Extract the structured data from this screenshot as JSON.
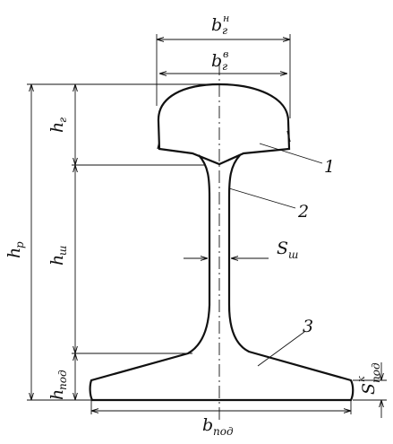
{
  "labels": {
    "b_head_top": {
      "main": "b",
      "sub": "г",
      "sup": "н"
    },
    "b_head_in": {
      "main": "b",
      "sub": "г",
      "sup": "в"
    },
    "h_head": {
      "main": "h",
      "sub": "г"
    },
    "h_rail": {
      "main": "h",
      "sub": "р"
    },
    "h_web": {
      "main": "h",
      "sub": "ш"
    },
    "h_foot": {
      "main": "h",
      "sub": "под"
    },
    "s_web": {
      "main": "S",
      "sub": "ш"
    },
    "s_foot": {
      "main": "S",
      "sub": "под",
      "sup": "к"
    },
    "b_foot": {
      "main": "b",
      "sub": "под"
    }
  },
  "parts": [
    "1",
    "2",
    "3"
  ]
}
